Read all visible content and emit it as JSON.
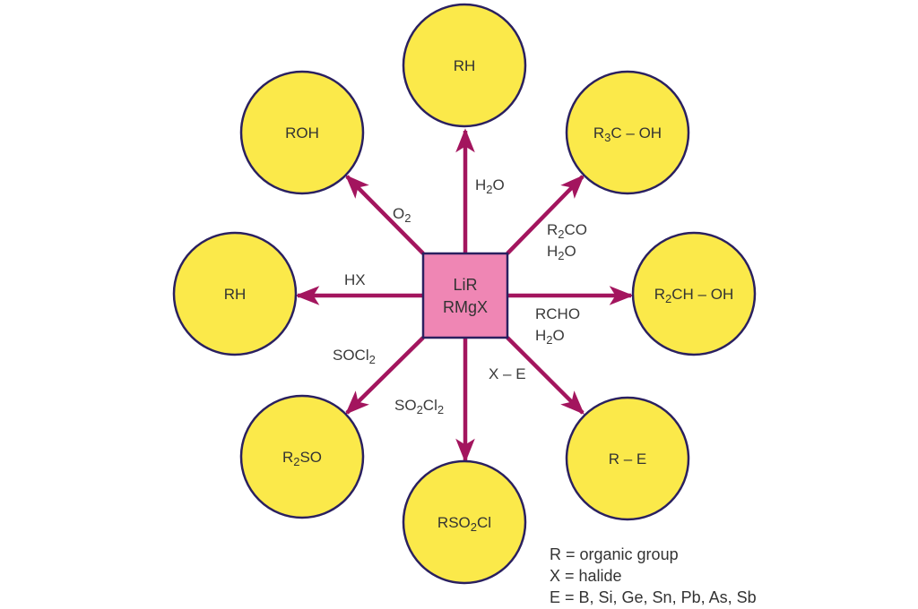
{
  "diagram": {
    "colors": {
      "arrow": "#a3155e",
      "node_fill": "#fbe94a",
      "node_stroke": "#2a2060",
      "center_fill": "#ef86b4",
      "center_stroke": "#2a2060",
      "text": "#333333"
    },
    "center": {
      "lines": [
        "LiR",
        "RMgX"
      ]
    },
    "products": [
      {
        "id": "top",
        "direction": "up",
        "parts": [
          [
            "RH",
            false
          ]
        ],
        "reagents": [
          [
            [
              "H",
              false
            ],
            [
              "2",
              true
            ],
            [
              "O",
              false
            ]
          ]
        ]
      },
      {
        "id": "upper-right",
        "direction": "up-right",
        "parts": [
          [
            "R",
            false
          ],
          [
            "3",
            true
          ],
          [
            "C – OH",
            false
          ]
        ],
        "reagents": [
          [
            [
              "R",
              false
            ],
            [
              "2",
              true
            ],
            [
              "CO",
              false
            ]
          ],
          [
            [
              "H",
              false
            ],
            [
              "2",
              true
            ],
            [
              "O",
              false
            ]
          ]
        ]
      },
      {
        "id": "right",
        "direction": "right",
        "parts": [
          [
            "R",
            false
          ],
          [
            "2",
            true
          ],
          [
            "CH – OH",
            false
          ]
        ],
        "reagents": [
          [
            [
              "RCHO",
              false
            ]
          ],
          [
            [
              "H",
              false
            ],
            [
              "2",
              true
            ],
            [
              "O",
              false
            ]
          ]
        ]
      },
      {
        "id": "lower-right",
        "direction": "down-right",
        "parts": [
          [
            "R – E",
            false
          ]
        ],
        "reagents": [
          [
            [
              "X – E",
              false
            ]
          ]
        ]
      },
      {
        "id": "bottom",
        "direction": "down",
        "parts": [
          [
            "RSO",
            false
          ],
          [
            "2",
            true
          ],
          [
            "Cl",
            false
          ]
        ],
        "reagents": [
          [
            [
              "SO",
              false
            ],
            [
              "2",
              true
            ],
            [
              "Cl",
              false
            ],
            [
              "2",
              true
            ]
          ]
        ]
      },
      {
        "id": "lower-left",
        "direction": "down-left",
        "parts": [
          [
            "R",
            false
          ],
          [
            "2",
            true
          ],
          [
            "SO",
            false
          ]
        ],
        "reagents": [
          [
            [
              "SOCl",
              false
            ],
            [
              "2",
              true
            ]
          ]
        ]
      },
      {
        "id": "left",
        "direction": "left",
        "parts": [
          [
            "RH",
            false
          ]
        ],
        "reagents": [
          [
            [
              "HX",
              false
            ]
          ]
        ]
      },
      {
        "id": "upper-left",
        "direction": "up-left",
        "parts": [
          [
            "ROH",
            false
          ]
        ],
        "reagents": [
          [
            [
              "O",
              false
            ],
            [
              "2",
              true
            ]
          ]
        ]
      }
    ],
    "legend": [
      "R = organic group",
      "X = halide",
      "E = B, Si, Ge, Sn, Pb, As, Sb"
    ]
  }
}
